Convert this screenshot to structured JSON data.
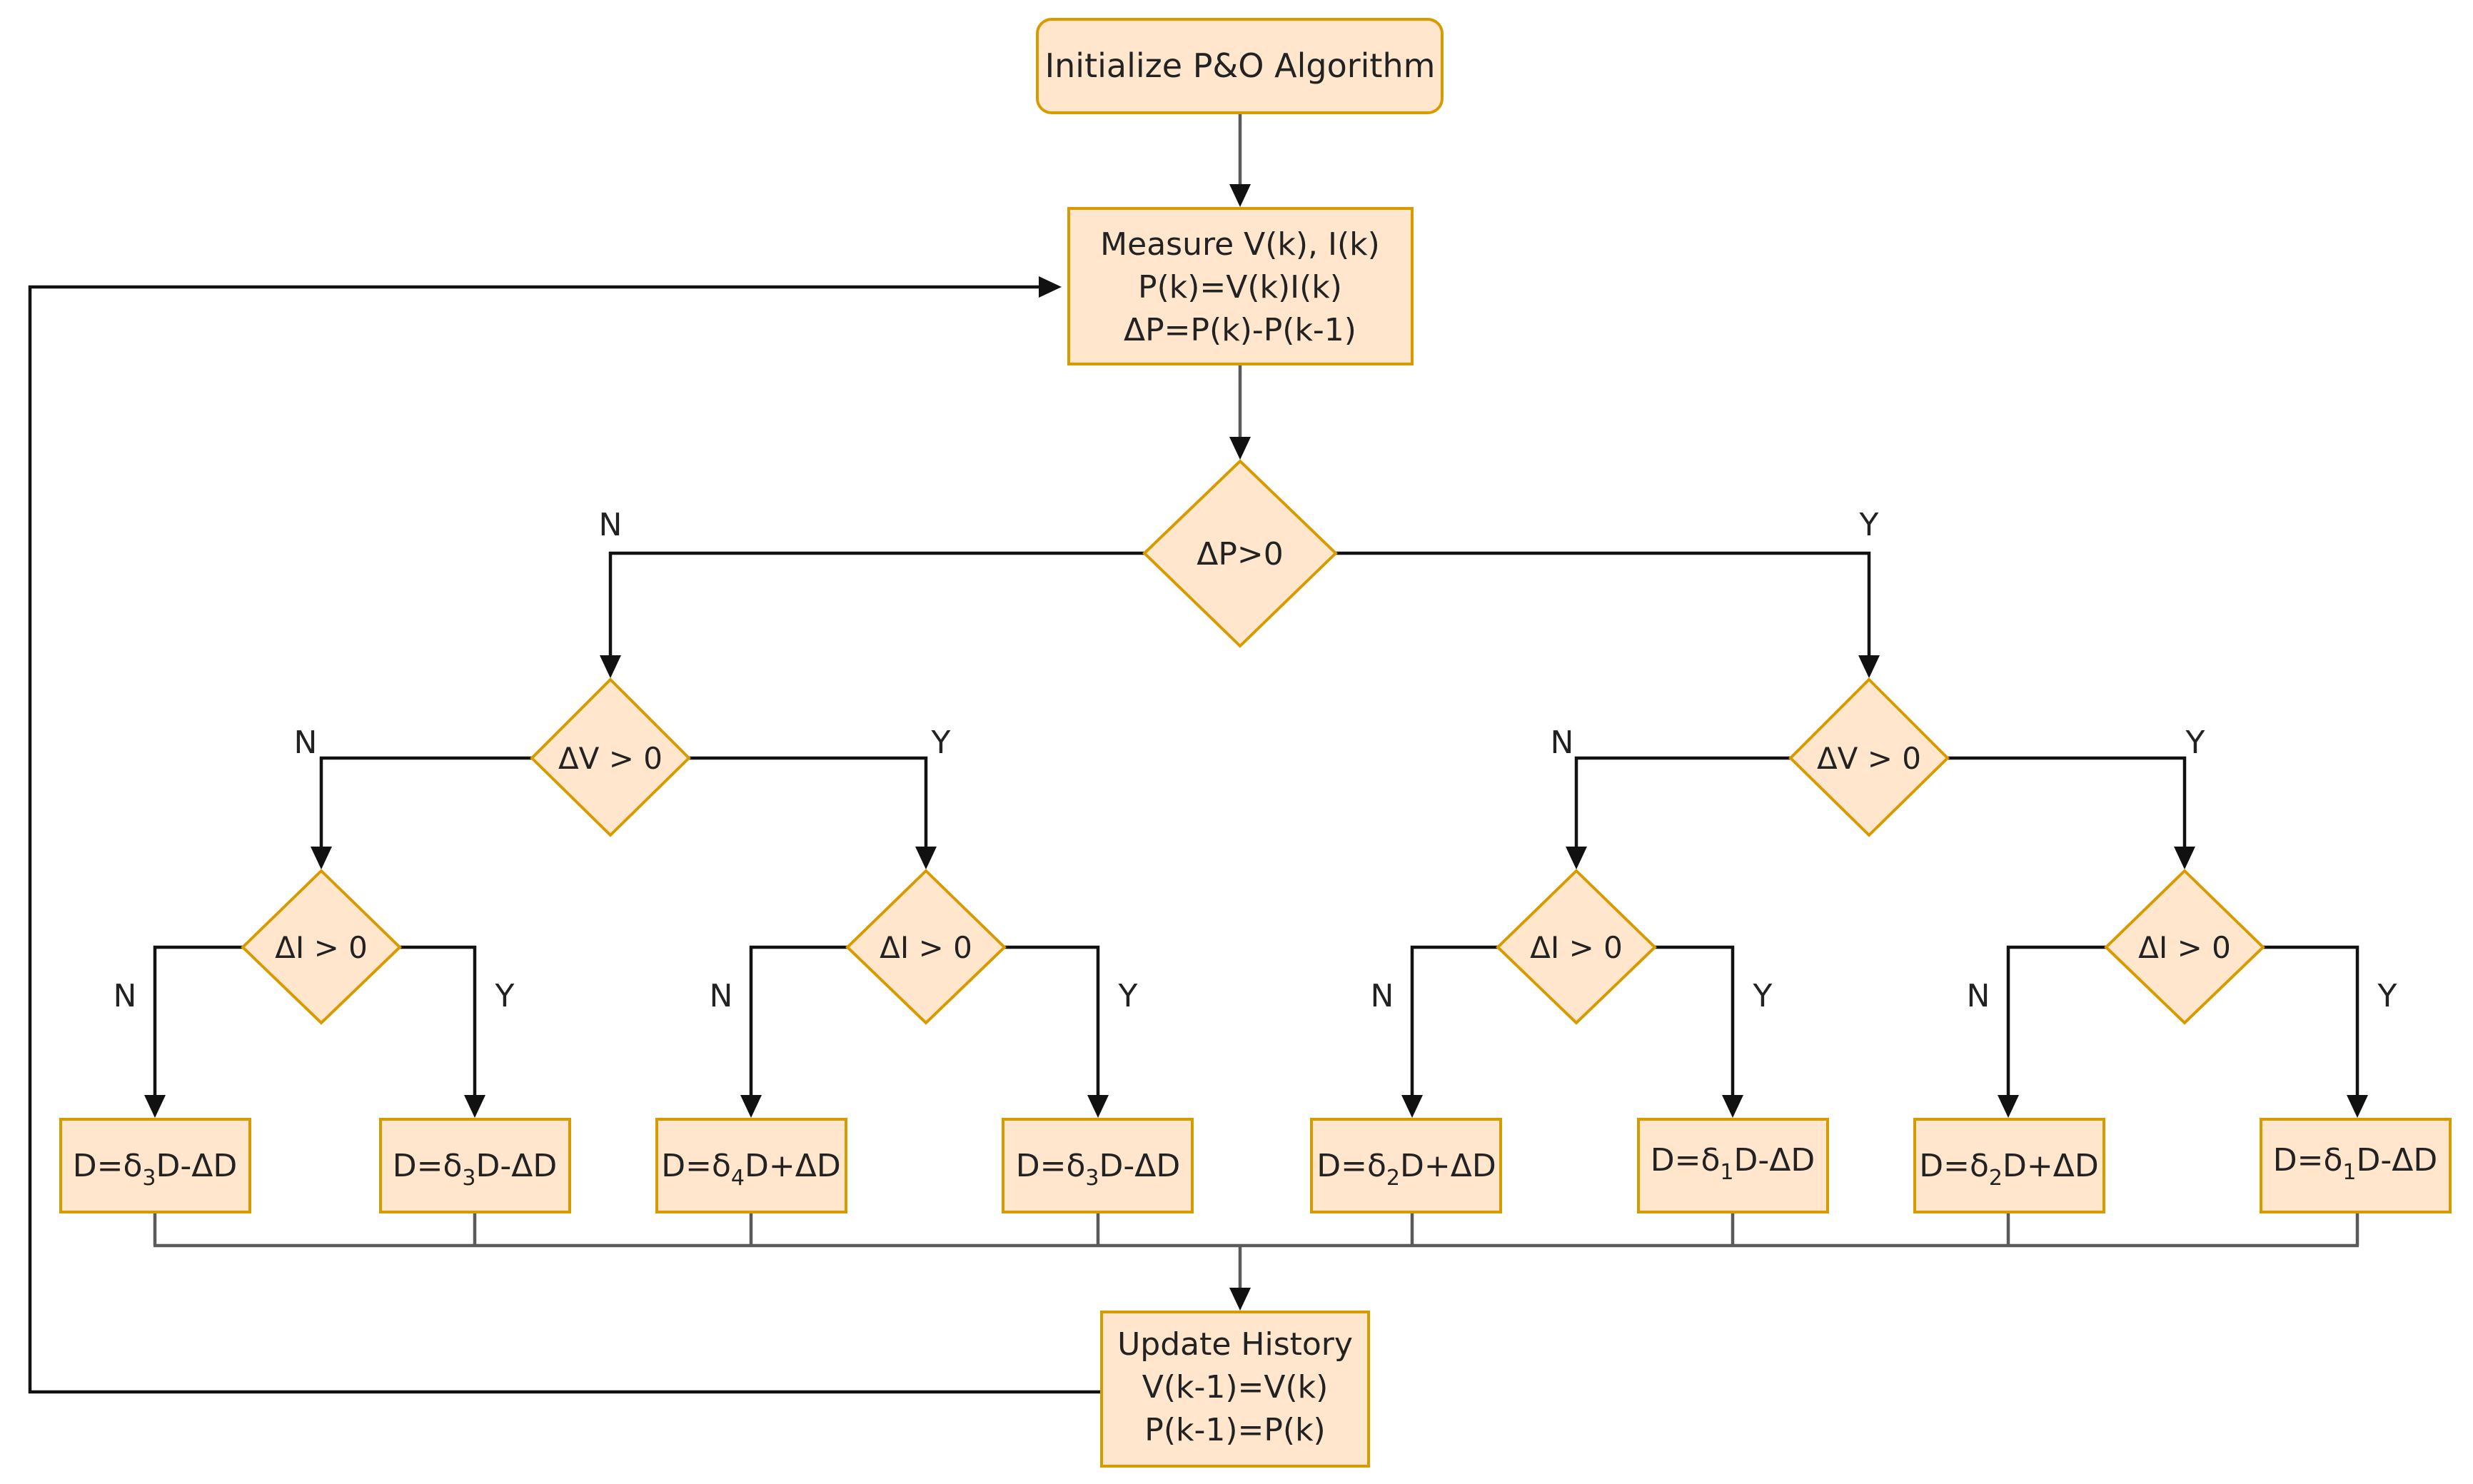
{
  "colors": {
    "node_fill": "#ffe6cc",
    "node_stroke": "#d79b00",
    "edge": "#111111",
    "merge_edge": "#5a5a5a",
    "text": "#222222"
  },
  "nodes": {
    "start": {
      "text": "Initialize P&O Algorithm"
    },
    "measure": {
      "lines": [
        "Measure V(k), I(k)",
        "P(k)=V(k)I(k)",
        "ΔP=P(k)-P(k-1)"
      ]
    },
    "dp": {
      "text": "ΔP>0"
    },
    "dv_left": {
      "text": "ΔV > 0"
    },
    "dv_right": {
      "text": "ΔV > 0"
    },
    "di_1": {
      "text": "ΔI > 0"
    },
    "di_2": {
      "text": "ΔI > 0"
    },
    "di_3": {
      "text": "ΔI > 0"
    },
    "di_4": {
      "text": "ΔI > 0"
    },
    "outputs": [
      {
        "pre": "D=δ",
        "sub": "3",
        "post": "D-ΔD"
      },
      {
        "pre": "D=δ",
        "sub": "3",
        "post": "D-ΔD"
      },
      {
        "pre": "D=δ",
        "sub": "4",
        "post": "D+ΔD"
      },
      {
        "pre": "D=δ",
        "sub": "3",
        "post": "D-ΔD"
      },
      {
        "pre": "D=δ",
        "sub": "2",
        "post": "D+ΔD"
      },
      {
        "pre": "D=δ",
        "sub": "1",
        "post": "D-ΔD"
      },
      {
        "pre": "D=δ",
        "sub": "2",
        "post": "D+ΔD"
      },
      {
        "pre": "D=δ",
        "sub": "1",
        "post": "D-ΔD"
      }
    ],
    "update": {
      "lines": [
        "Update History",
        "V(k-1)=V(k)",
        "P(k-1)=P(k)"
      ]
    }
  },
  "edge_labels": {
    "dp_no": "N",
    "dp_yes": "Y",
    "dvl_no": "N",
    "dvl_yes": "Y",
    "dvr_no": "N",
    "dvr_yes": "Y",
    "di1_no": "N",
    "di1_yes": "Y",
    "di2_no": "N",
    "di2_yes": "Y",
    "di3_no": "N",
    "di3_yes": "Y",
    "di4_no": "N",
    "di4_yes": "Y"
  }
}
